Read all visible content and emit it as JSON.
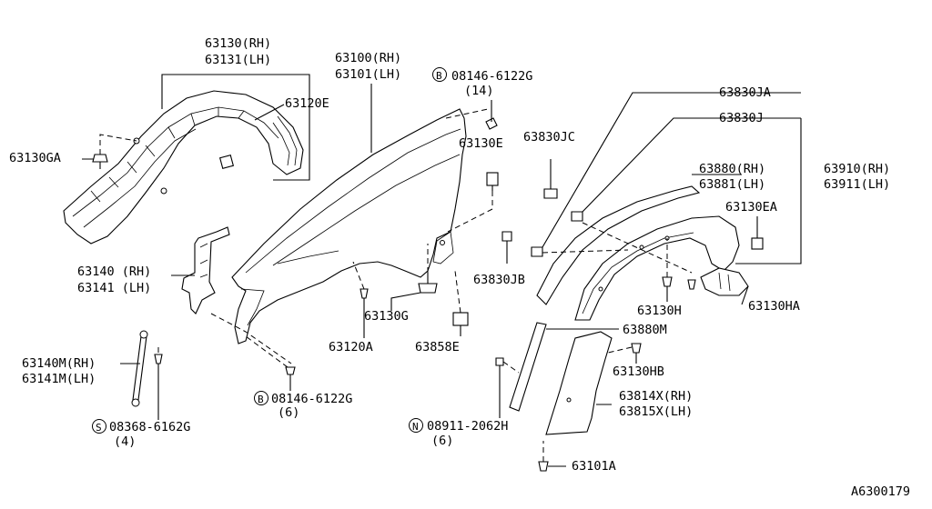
{
  "diagram": {
    "figure_id": "A6300179",
    "labels": {
      "l63130": "63130(RH)",
      "l63131": "63131(LH)",
      "l63120e": "63120E",
      "l63130ga": "63130GA",
      "l63100": "63100(RH)",
      "l63101": "63101(LH)",
      "b1_symbol": "B",
      "b1_part": "08146-6122G",
      "b1_qty": "(14)",
      "l63130e": "63130E",
      "l63830jc": "63830JC",
      "l63830ja": "63830JA",
      "l63830j": "63830J",
      "l63880": "63880(RH)",
      "l63881": "63881(LH)",
      "l63910": "63910(RH)",
      "l63911": "63911(LH)",
      "l63130ea": "63130EA",
      "l63140": "63140 (RH)",
      "l63141": "63141 (LH)",
      "l63830jb": "63830JB",
      "l63130g": "63130G",
      "l63130h": "63130H",
      "l63130ha": "63130HA",
      "l63120a": "63120A",
      "l63858e": "63858E",
      "l63880m": "63880M",
      "l63140m": "63140M(RH)",
      "l63141m": "63141M(LH)",
      "l63130hb": "63130HB",
      "b2_symbol": "B",
      "b2_part": "08146-6122G",
      "b2_qty": "(6)",
      "l63814x": "63814X(RH)",
      "l63815x": "63815X(LH)",
      "s_symbol": "S",
      "s_part": "08368-6162G",
      "s_qty": "(4)",
      "n_symbol": "N",
      "n_part": "08911-2062H",
      "n_qty": "(6)",
      "l63101a": "63101A"
    }
  }
}
